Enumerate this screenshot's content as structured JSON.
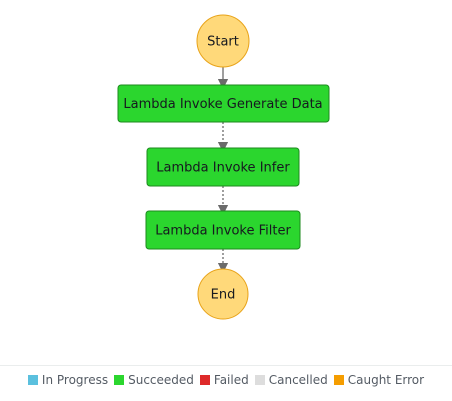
{
  "diagram": {
    "start_label": "Start",
    "end_label": "End",
    "steps": [
      {
        "label": "Lambda Invoke Generate Data",
        "status": "Succeeded"
      },
      {
        "label": "Lambda Invoke Infer",
        "status": "Succeeded"
      },
      {
        "label": "Lambda Invoke Filter",
        "status": "Succeeded"
      }
    ]
  },
  "legend": {
    "items": [
      {
        "label": "In Progress",
        "color": "#5bc0de"
      },
      {
        "label": "Succeeded",
        "color": "#2bd62e"
      },
      {
        "label": "Failed",
        "color": "#de2a2a"
      },
      {
        "label": "Cancelled",
        "color": "#dddddd"
      },
      {
        "label": "Caught Error",
        "color": "#f59d00"
      }
    ]
  },
  "colors": {
    "start_end_fill": "#ffd97a",
    "start_end_stroke": "#e8a319",
    "step_fill": "#2bd62e",
    "step_stroke": "#1c8a1e",
    "edge": "#6b6b6b"
  }
}
